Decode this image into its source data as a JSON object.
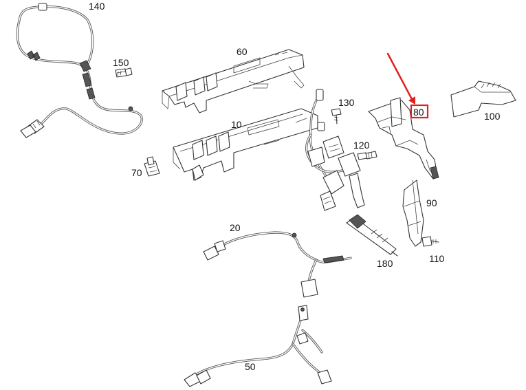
{
  "parts": [
    {
      "id": "140",
      "label": "140"
    },
    {
      "id": "150",
      "label": "150"
    },
    {
      "id": "60",
      "label": "60"
    },
    {
      "id": "130",
      "label": "130"
    },
    {
      "id": "80",
      "label": "80",
      "highlighted": true
    },
    {
      "id": "100",
      "label": "100"
    },
    {
      "id": "10",
      "label": "10"
    },
    {
      "id": "120",
      "label": "120"
    },
    {
      "id": "70",
      "label": "70"
    },
    {
      "id": "90",
      "label": "90"
    },
    {
      "id": "20",
      "label": "20"
    },
    {
      "id": "110",
      "label": "110"
    },
    {
      "id": "180",
      "label": "180"
    },
    {
      "id": "50",
      "label": "50"
    }
  ],
  "highlight": {
    "part": "80",
    "color": "#e02020"
  }
}
